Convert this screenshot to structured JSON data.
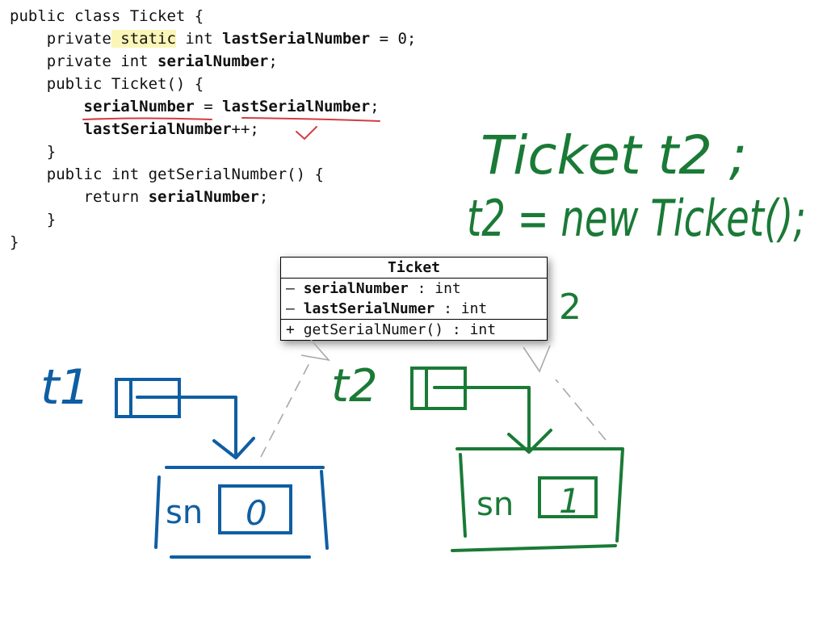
{
  "code": {
    "lines": [
      [
        {
          "t": "public class Ticket {"
        }
      ],
      [
        {
          "t": "    private"
        },
        {
          "t": " static",
          "hl": true
        },
        {
          "t": " int "
        },
        {
          "t": "lastSerialNumber",
          "b": true
        },
        {
          "t": " = 0;"
        }
      ],
      [
        {
          "t": "    private int "
        },
        {
          "t": "serialNumber",
          "b": true
        },
        {
          "t": ";"
        }
      ],
      [
        {
          "t": "    public Ticket() {"
        }
      ],
      [
        {
          "t": "        "
        },
        {
          "t": "serialNumber",
          "b": true
        },
        {
          "t": " = "
        },
        {
          "t": "lastSerialNumber",
          "b": true
        },
        {
          "t": ";"
        }
      ],
      [
        {
          "t": "        "
        },
        {
          "t": "lastSerialNumber",
          "b": true
        },
        {
          "t": "++;"
        }
      ],
      [
        {
          "t": "    }"
        }
      ],
      [
        {
          "t": "    public int getSerialNumber() {"
        }
      ],
      [
        {
          "t": "        return "
        },
        {
          "t": "serialNumber",
          "b": true
        },
        {
          "t": ";"
        }
      ],
      [
        {
          "t": "    }"
        }
      ],
      [
        {
          "t": "}"
        }
      ]
    ]
  },
  "uml": {
    "class_name": "Ticket",
    "fields": [
      {
        "vis": "–",
        "name": "serialNumber",
        "type": " : int"
      },
      {
        "vis": "–",
        "name": "lastSerialNumer",
        "type": " : int"
      }
    ],
    "methods": [
      {
        "vis": "+",
        "name": "getSerialNumer()",
        "type": " : int"
      }
    ]
  },
  "annotations": {
    "declare_line": "Ticket t2 ;",
    "assign_line": "t2 = new Ticket();",
    "static_count": "2",
    "var1_label": "t1",
    "var2_label": "t2",
    "obj1_field": "sn",
    "obj1_value": "0",
    "obj2_field": "sn",
    "obj2_value": "1"
  },
  "colors": {
    "blue_ink": "#0f5ea3",
    "green_ink": "#1a7a36",
    "red_ink": "#d23c44",
    "dashed_gray": "#a8a8a8",
    "static_highlight": "#fbf6b8"
  }
}
